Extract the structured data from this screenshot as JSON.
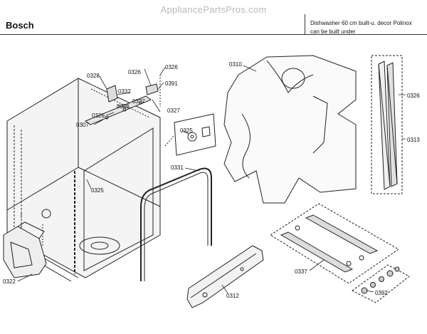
{
  "header": {
    "watermark": "AppliancePartsPros.com",
    "brand": "Bosch",
    "model_line1": "Dishwasher 60 cm built-u. decor Polinox",
    "model_line2": "can be built under"
  },
  "callouts": {
    "c0328": "0328",
    "c0326a": "0326",
    "c0326b": "0326",
    "c0326c": "0326",
    "c0326d": "0326",
    "c0391": "0391",
    "c0332": "0332",
    "c0327a": "0327",
    "c0327b": "0327",
    "c0307": "0307",
    "c0325a": "0325",
    "c0325b": "0325",
    "c0331": "0331",
    "c0310": "0310",
    "c0313": "0313",
    "c0322": "0322",
    "c0312": "0312",
    "c0337": "0337",
    "c0392": "0392"
  }
}
